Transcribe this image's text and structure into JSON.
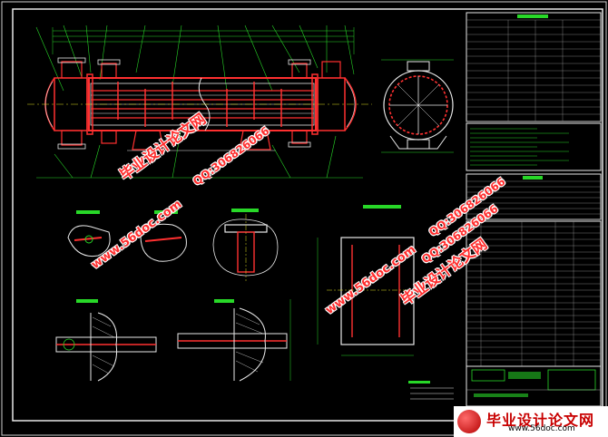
{
  "watermark": {
    "site": "www.56doc.com",
    "qq": "QQ:306826066",
    "cn": "毕业设计论文网"
  },
  "logo": {
    "cn": "毕业设计论文网",
    "url": "www.56doc.com"
  },
  "colors": {
    "background": "#000000",
    "line": "#e8e8e8",
    "red": "#ff3030",
    "green": "#28d828",
    "cyan": "#20e0e0",
    "yellow": "#e0e020"
  }
}
